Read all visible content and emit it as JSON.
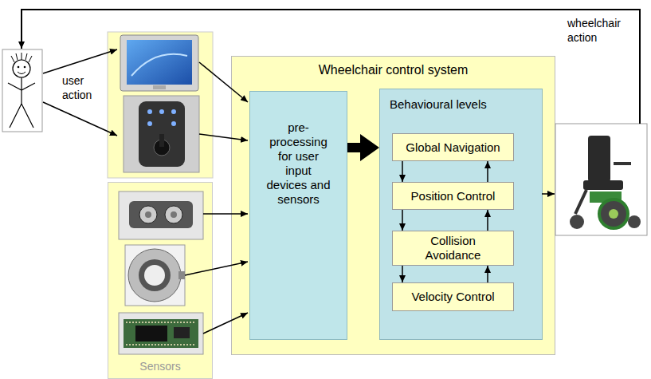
{
  "diagram": {
    "nodes": [
      {
        "text": [
          "Sensors"
        ]
      },
      {
        "text": [
          "Wheelchair control system"
        ]
      },
      {
        "text": [
          "pre- processing for user input devices and sensors"
        ],
        "in": 1
      },
      {
        "text": [
          "Behavioural levels"
        ],
        "in": 1
      },
      {
        "text": [
          "Global Navigation"
        ],
        "in": 3
      },
      {
        "text": [
          "Position Control"
        ],
        "in": 3
      },
      {
        "text": [
          "Collision Avoidance"
        ],
        "in": 3
      },
      {
        "text": [
          "Velocity Control"
        ],
        "in": 3
      }
    ],
    "edges": [
      {
        "from": 2,
        "to": 3,
        "arrow": "to"
      },
      {
        "from": 4,
        "to": 5,
        "arrow": "to"
      },
      {
        "from": 5,
        "to": 4,
        "arrow": "to"
      },
      {
        "from": 5,
        "to": 6,
        "arrow": "to"
      },
      {
        "from": 6,
        "to": 5,
        "arrow": "to"
      },
      {
        "from": 6,
        "to": 7,
        "arrow": "to"
      },
      {
        "from": 7,
        "to": 6,
        "arrow": "to"
      }
    ],
    "labels": [
      "user action",
      "wheelchair action"
    ]
  }
}
